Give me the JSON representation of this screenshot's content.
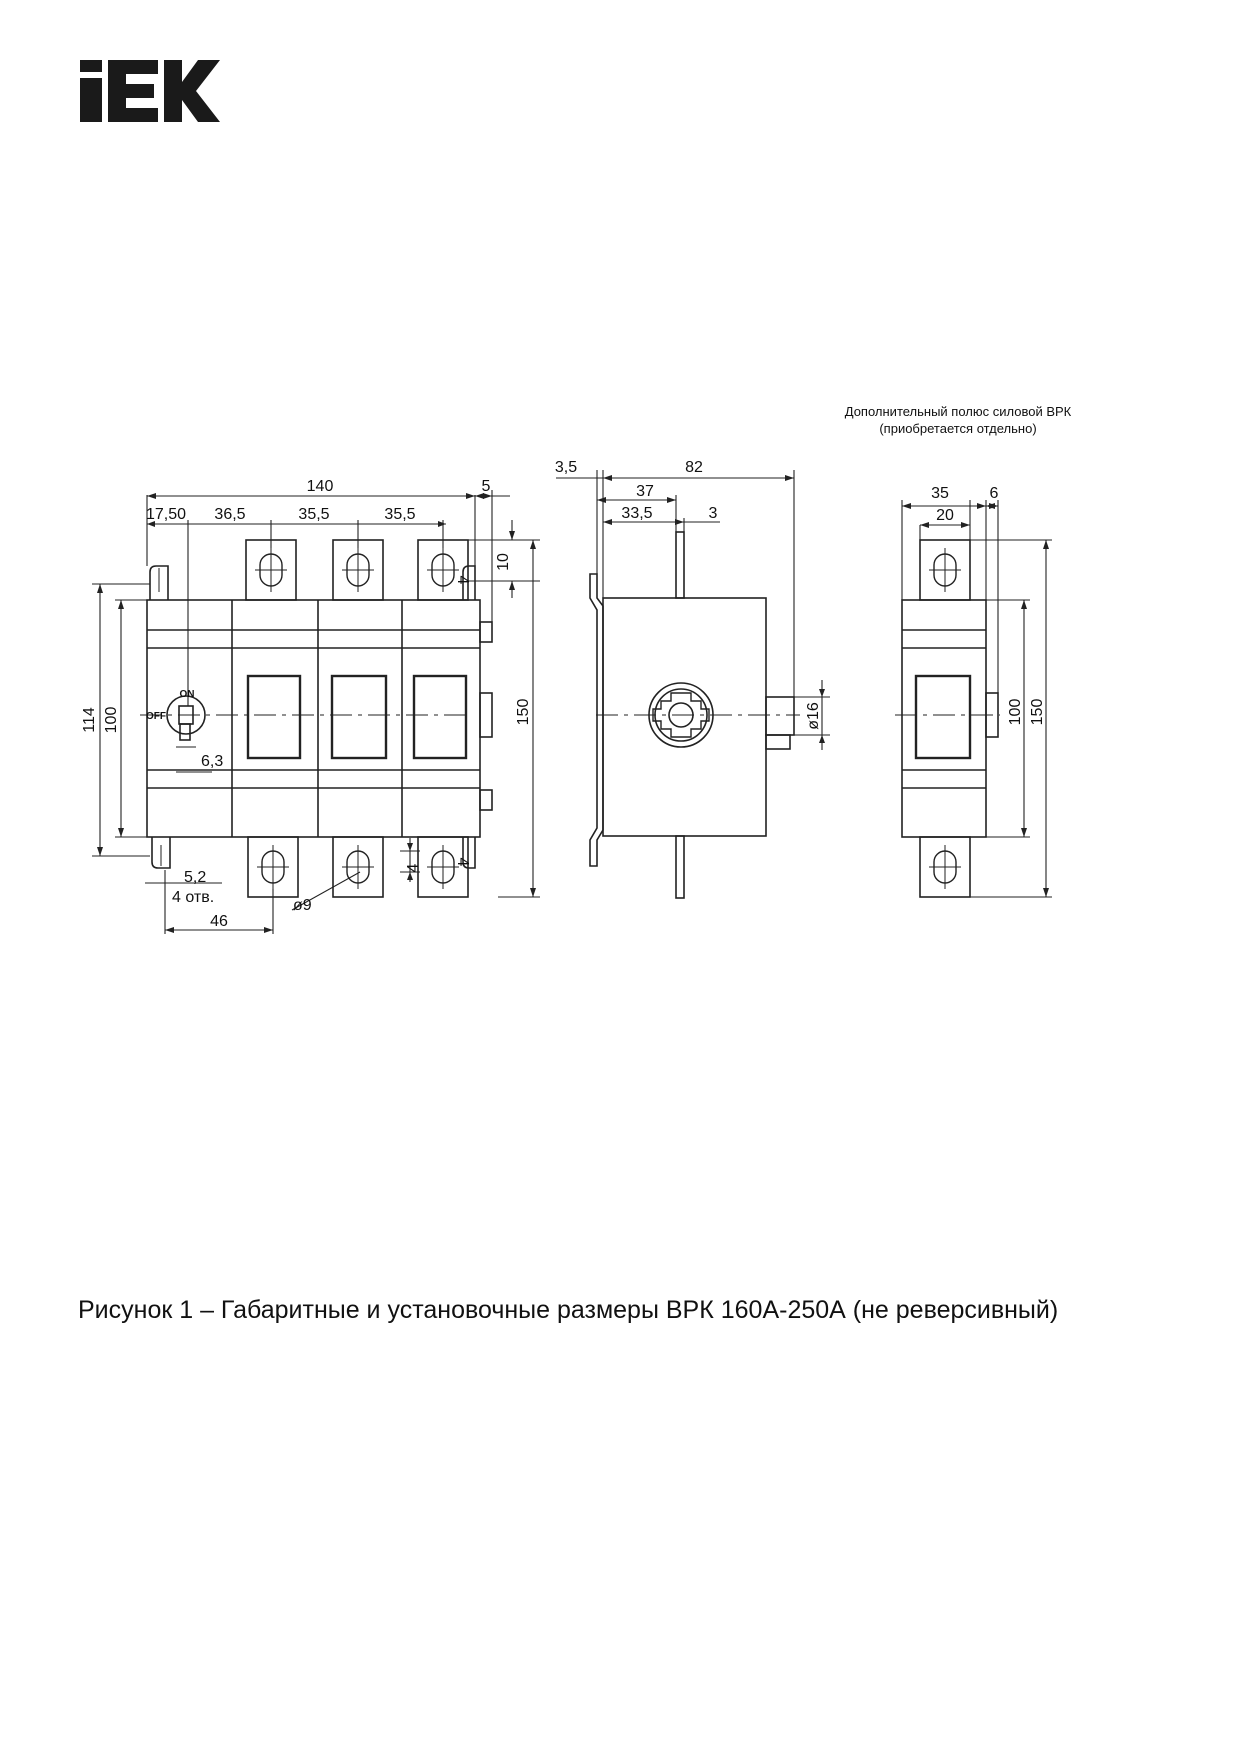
{
  "logo": {
    "text": "IEK",
    "color": "#1a1a1a"
  },
  "note": {
    "line1": "Дополнительный полюс силовой ВРК",
    "line2": "(приобретается отдельно)"
  },
  "front_view": {
    "dims": {
      "overall_width": "140",
      "right_offset": "5",
      "first_pitch": "17,50",
      "pitch1": "36,5",
      "pitch2": "35,5",
      "pitch3": "35,5",
      "terminal_height": "10",
      "height_114": "114",
      "height_100": "100",
      "height_150": "150",
      "handle_width": "6,3",
      "hole": "5,2",
      "hole_count": "4 отв.",
      "mount_spacing": "46",
      "terminal_hole": "ø9",
      "small_4a": "4",
      "small_4b": "4",
      "small_4c": "4"
    },
    "handle": {
      "on": "ON",
      "off": "OFF"
    }
  },
  "side_view": {
    "dims": {
      "offset": "3,5",
      "depth": "82",
      "d37": "37",
      "d33_5": "33,5",
      "d3": "3",
      "shaft": "ø16"
    }
  },
  "extra_pole_view": {
    "dims": {
      "width": "35",
      "offset": "6",
      "inner": "20",
      "h100": "100",
      "h150": "150"
    }
  },
  "caption": "Рисунок 1 – Габаритные и установочные размеры ВРК 160А-250А (не реверсивный)"
}
